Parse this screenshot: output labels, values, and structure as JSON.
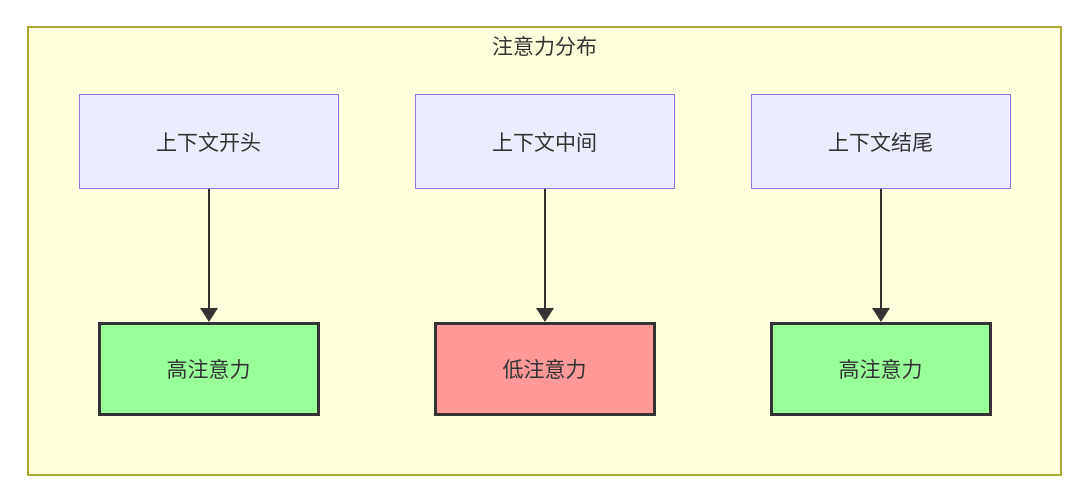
{
  "diagram": {
    "title": "注意力分布",
    "columns": [
      {
        "source": {
          "label": "上下文开头"
        },
        "target": {
          "label": "高注意力",
          "level": "high",
          "fill": "#99ff99",
          "stroke": "#333333"
        }
      },
      {
        "source": {
          "label": "上下文中间"
        },
        "target": {
          "label": "低注意力",
          "level": "low",
          "fill": "#ff9999",
          "stroke": "#333333"
        }
      },
      {
        "source": {
          "label": "上下文结尾"
        },
        "target": {
          "label": "高注意力",
          "level": "high",
          "fill": "#99ff99",
          "stroke": "#333333"
        }
      }
    ],
    "colors": {
      "canvas_fill": "#ffffde",
      "canvas_border": "#aaaa33",
      "source_node_fill": "#ececff",
      "source_node_border": "#9370db",
      "arrow": "#333333",
      "text": "#333333"
    }
  }
}
